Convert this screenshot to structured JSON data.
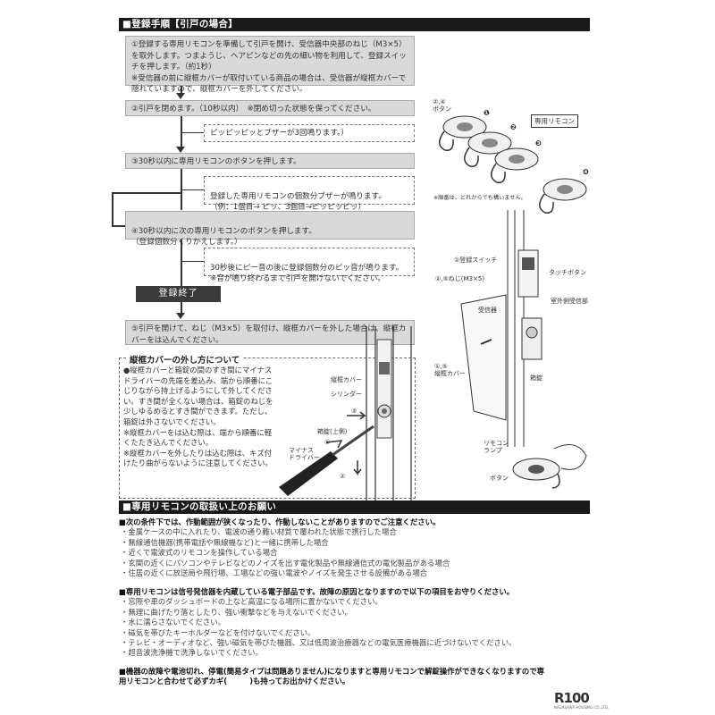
{
  "registration": {
    "heading": "■登録手順【引戸の場合】",
    "step1": "①登録する専用リモコンを準備して引戸を開け、受信器中央部のねじ（M3×5）を取外します。つまようじ、ヘアピンなどの先の細い物を利用して、登録スイッチを押します。（約1秒）",
    "step1_note": "※受信器の前に縦框カバーが取付いている商品の場合は、受信器が縦框カバーで隠れていますので、縦框カバーを外してください。",
    "step2": "②引戸を閉めます。（10秒以内）　※閉め切った状態を保ってください。",
    "result1": "ピッピッピッとブザーが3回鳴ります。）",
    "step3": "③30秒以内に専用リモコンのボタンを押します。",
    "result2": "登録した専用リモコンの個数分ブザーが鳴ります。\n（例：1個目→ ピッ、3個目→ピッピッピッ）",
    "step4": "④30秒以内に次の専用リモコンのボタンを押します。\n（登録個数分くりかえします。）",
    "result3": "30秒後にピー音の後に登録個数分のピッ音が鳴ります。\n※音が鳴り終わるまで引戸を開けないでください。",
    "done_label": "登録終了",
    "step5": "⑤引戸を開けて、ねじ（M3×5）を取付け、縦框カバーを外した場合は、縦框カバーをは込んでください。"
  },
  "cover_note": {
    "title": "縦框カバーの外し方について",
    "body": [
      "●縦框カバーと箱錠の間のすき間にマイナスドライバーの先端を差込み、端から順番にこじりながら持上げるようにして外してください。すき間が全くない場合は、箱錠のねじを少しゆるめるとすき間ができます。ただし、箱錠は外さないでください。",
      "※縦框カバーをは込む際は、端から順番に軽くたたき込んでください。",
      "※縦框カバーを外したりは込む際は、キズ付けたり曲がらないように注意してください。"
    ],
    "labels": {
      "cover": "縦框カバー",
      "cylinder": "シリンダー",
      "box_lock": "箱錠(上側)",
      "driver": "マイナス\nドライバー",
      "n1": "①",
      "n2": "②",
      "n3": "③"
    }
  },
  "diagram": {
    "remote_badge": "専用リモコン",
    "button_label": "②,④\nボタン",
    "remote_note": "※順番は、どれからでも構いません。",
    "numbers": [
      "❶",
      "❷",
      "❸",
      "❹"
    ],
    "labels": {
      "reg_switch": "①登録スイッチ",
      "screw": "①,⑤ねじ(M3×5)",
      "receiver": "受信器",
      "cover": "①,⑤\n縦框カバー",
      "touch_button": "タッチボタン",
      "outdoor_receiver": "室外側受信部",
      "box_lock": "箱錠",
      "remote_lamp": "リモコン\nランプ",
      "button": "ボタン"
    }
  },
  "cautions": {
    "heading": "■専用リモコンの取扱い上のお願い",
    "section1_head": "■次の条件下では、作動範囲が狭くなったり、作動しないことがありますのでご注意ください。",
    "section1_items": [
      "・金属ケースの中に入れたり、電波の通り難い材質で覆われた状態で携行した場合",
      "・無線通信機器(携帯電話や無線機など)と一緒に携帯した場合",
      "・近くで電波式のリモコンを操作している場合",
      "・玄関の近くにパソコンやテレビなどのノイズを出す電化製品や無線通信式の電化製品がある場合",
      "・住居の近くに放送局や飛行場、工場などの強い電波やノイズを発生させる設備がある場合"
    ],
    "section2_head": "■専用リモコンは信号発信器を内蔵している電子部品です。故障の原因となりますので以下の項目をお守りください。",
    "section2_items": [
      "・窓際や車のダッシュボードの上など高温になる場所に置かないでください。",
      "・無理に曲げたり落としたり、強い衝撃などを与えないでください。",
      "・水に濡らさないでください。",
      "・磁気を帯びたキーホルダーなどを付けないでください。",
      "・テレビ・オーディオなど、強い磁気を帯びた機器、又は低周波治療器などの電気医療機器に近づけないでください。",
      "・超音波洗浄機で洗浄しないでください。"
    ],
    "section3_head": "■機器の故障や電池切れ、停電(簡易タイプは問題ありません)になりますと専用リモコンで解錠操作ができなくなりますので専用リモコンと合わせて必ずカギ(　　　)も持ってお出かけください。"
  },
  "logo": {
    "text": "R100",
    "sub": "NAGASAWA HOUSING CO.,LTD."
  }
}
